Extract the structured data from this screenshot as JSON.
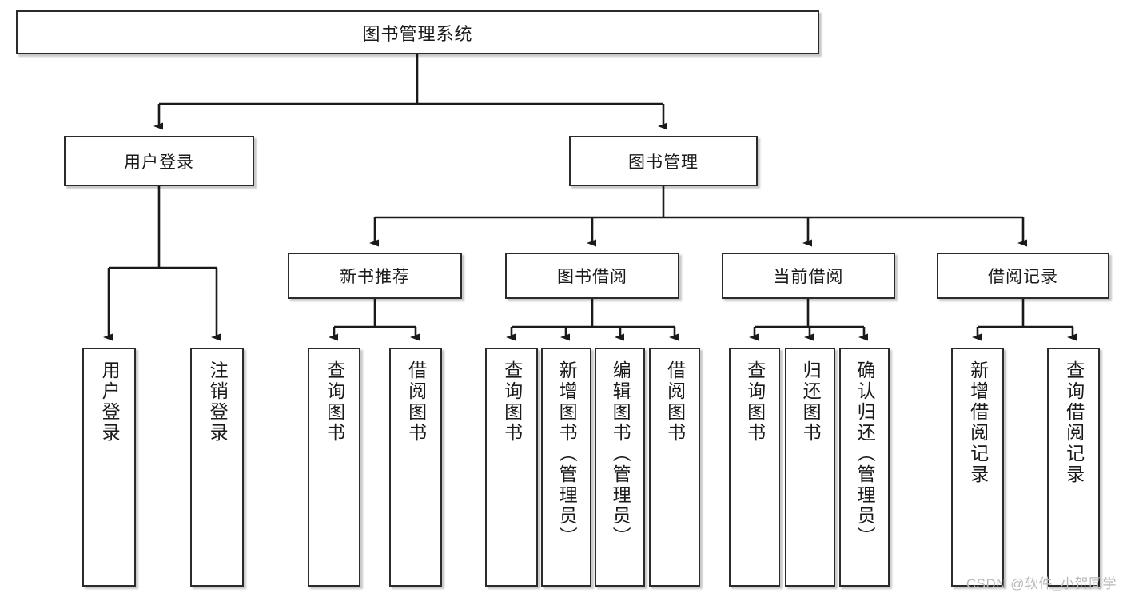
{
  "diagram": {
    "title": "图书管理系统",
    "type": "tree",
    "orientation": "top-down",
    "colors": {
      "box_border": "#2b2b2b",
      "box_fill": "#ffffff",
      "edge": "#1a1a1a",
      "text": "#1a1a1a",
      "watermark": "#b9b9b9",
      "background": "#ffffff"
    },
    "levels": {
      "root": {
        "label": "图书管理系统"
      },
      "level2": [
        {
          "label": "用户登录"
        },
        {
          "label": "图书管理"
        }
      ],
      "level3": [
        {
          "label": "新书推荐"
        },
        {
          "label": "图书借阅"
        },
        {
          "label": "当前借阅"
        },
        {
          "label": "借阅记录"
        }
      ],
      "leaves": [
        {
          "label": "用户登录",
          "parent": "用户登录"
        },
        {
          "label": "注销登录",
          "parent": "用户登录"
        },
        {
          "label": "查询图书",
          "parent": "新书推荐"
        },
        {
          "label": "借阅图书",
          "parent": "新书推荐"
        },
        {
          "label": "查询图书",
          "parent": "图书借阅"
        },
        {
          "label": "新增图书（管理员）",
          "parent": "图书借阅"
        },
        {
          "label": "编辑图书（管理员）",
          "parent": "图书借阅"
        },
        {
          "label": "借阅图书",
          "parent": "图书借阅"
        },
        {
          "label": "查询图书",
          "parent": "当前借阅"
        },
        {
          "label": "归还图书",
          "parent": "当前借阅"
        },
        {
          "label": "确认归还（管理员）",
          "parent": "当前借阅"
        },
        {
          "label": "新增借阅记录",
          "parent": "借阅记录"
        },
        {
          "label": "查询借阅记录",
          "parent": "借阅记录"
        }
      ]
    }
  },
  "watermark": {
    "text": "CSDN @软件_小贺同学"
  }
}
